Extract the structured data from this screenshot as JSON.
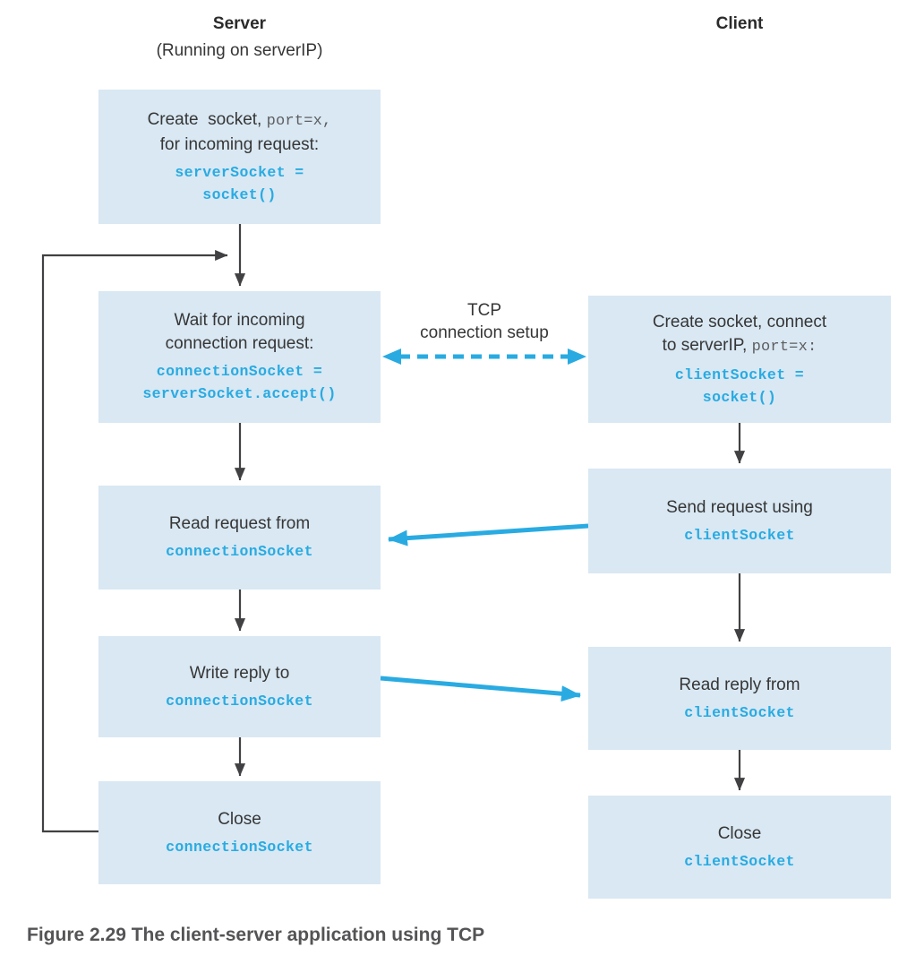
{
  "colors": {
    "box_fill": "#d9e8f3",
    "accent_blue": "#29abe2",
    "arrow_black": "#414042",
    "text_dark": "#363636",
    "caption_gray": "#545456"
  },
  "headers": {
    "server_title": "Server",
    "server_subtitle": "(Running on serverIP)",
    "client_title": "Client"
  },
  "tcp_label": {
    "line1": "TCP",
    "line2": "connection setup"
  },
  "server": {
    "box1": {
      "label_line1_a": "Create  socket, ",
      "label_line1_b": "port=x,",
      "label_line2": "for incoming request:",
      "code_line1": "serverSocket =",
      "code_line2": "socket()"
    },
    "box2": {
      "label_line1": "Wait for incoming",
      "label_line2": "connection request:",
      "code_line1": "connectionSocket =",
      "code_line2": "serverSocket.accept()"
    },
    "box3": {
      "label_line1": "Read request from",
      "code_line1": "connectionSocket"
    },
    "box4": {
      "label_line1": "Write reply to",
      "code_line1": "connectionSocket"
    },
    "box5": {
      "label_line1": "Close",
      "code_line1": "connectionSocket"
    }
  },
  "client": {
    "box1": {
      "label_line1": "Create socket, connect",
      "label_line2_a": "to serverIP, ",
      "label_line2_b": "port=x:",
      "code_line1": "clientSocket =",
      "code_line2": "socket()"
    },
    "box2": {
      "label_line1": "Send request using",
      "code_line1": "clientSocket"
    },
    "box3": {
      "label_line1": "Read reply from",
      "code_line1": "clientSocket"
    },
    "box4": {
      "label_line1": "Close",
      "code_line1": "clientSocket"
    }
  },
  "caption": "Figure 2.29 The client-server application using TCP"
}
